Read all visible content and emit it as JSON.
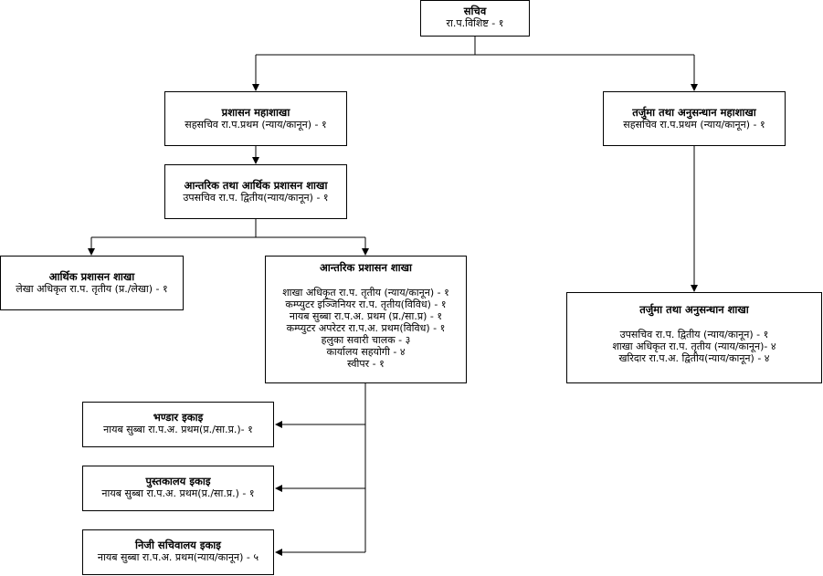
{
  "nodes": {
    "secretary": {
      "title": "सचिव",
      "lines": [
        "रा.प.विशिष्ट - १"
      ]
    },
    "admin_division": {
      "title": "प्रशासन महाशाखा",
      "lines": [
        "सहसचिव रा.प.प्रथम (न्याय/कानून) - १"
      ]
    },
    "translation_division": {
      "title": "तर्जुमा तथा अनुसन्धान महाशाखा",
      "lines": [
        "सहसचिव रा.प.प्रथम (न्याय/कानून) - १"
      ]
    },
    "internal_fin_admin": {
      "title": "आन्तरिक तथा आर्थिक प्रशासन शाखा",
      "lines": [
        "उपसचिव रा.प. द्वितीय(न्याय/कानून) - १"
      ]
    },
    "financial_admin": {
      "title": "आर्थिक प्रशासन शाखा",
      "lines": [
        "लेखा अधिकृत रा.प. तृतीय (प्र./लेखा) - १"
      ]
    },
    "internal_admin": {
      "title": "आन्तरिक प्रशासन शाखा",
      "lines": [
        "शाखा अधिकृत रा.प. तृतीय (न्याय/कानून) - १",
        "कम्प्युटर इञ्जिनियर रा.प. तृतीय(विविध) - १",
        "नायब सुब्बा रा.प.अ. प्रथम (प्र./सा.प्र) - १",
        "कम्प्युटर अपरेटर रा.प.अ. प्रथम(विविध) - १",
        "हलुका सवारी चालक - ३",
        "कार्यालय सहयोगी - ४",
        "स्वीपर - १"
      ]
    },
    "translation_branch": {
      "title": "तर्जुमा तथा अनुसन्धान शाखा",
      "lines": [
        "उपसचिव रा.प. द्वितीय (न्याय/कानून) - १",
        "शाखा अधिकृत रा.प. तृतीय (न्याय/कानून)- ४",
        "खरिदार रा.प.अ. द्वितीय(न्याय/कानून) - ४"
      ]
    },
    "store_unit": {
      "title": "भण्डार इकाइ",
      "lines": [
        "नायब सुब्बा रा.प.अ. प्रथम(प्र./सा.प्र.)- १"
      ]
    },
    "library_unit": {
      "title": "पुस्तकालय इकाइ",
      "lines": [
        "नायब सुब्बा रा.प.अ. प्रथम(प्र./सा.प्र.) - १"
      ]
    },
    "private_secretariat": {
      "title": "निजी सचिवालय इकाइ",
      "lines": [
        "नायब सुब्बा रा.प.अ. प्रथम(न्याय/कानून) - ५"
      ]
    }
  }
}
